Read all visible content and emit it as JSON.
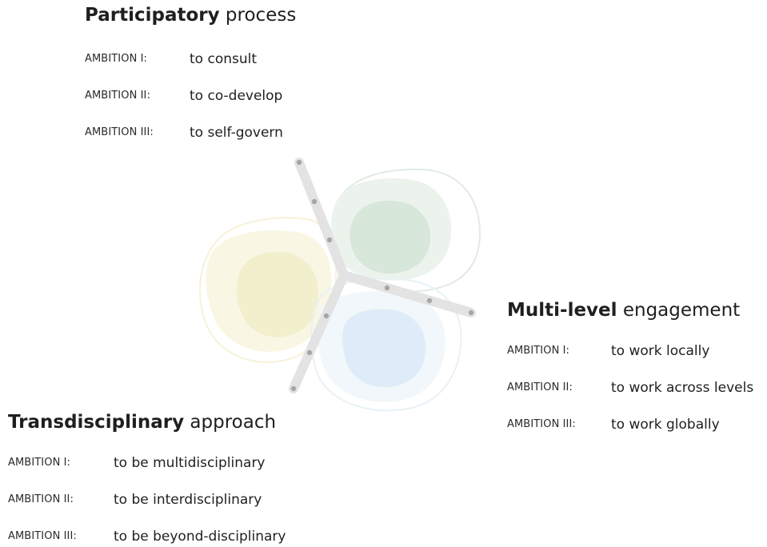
{
  "participatory": {
    "title_bold": "Participatory",
    "title_rest": " process",
    "rows": [
      {
        "label": "AMBITION I:",
        "text": "to consult"
      },
      {
        "label": "AMBITION II:",
        "text": "to co-develop"
      },
      {
        "label": "AMBITION III:",
        "text": "to self-govern"
      }
    ]
  },
  "multilevel": {
    "title_bold": "Multi-level",
    "title_rest": " engagement",
    "rows": [
      {
        "label": "AMBITION I:",
        "text": "to work locally"
      },
      {
        "label": "AMBITION II:",
        "text": "to work across levels"
      },
      {
        "label": "AMBITION III:",
        "text": "to work globally"
      }
    ]
  },
  "transdisciplinary": {
    "title_bold": "Transdisciplinary",
    "title_rest": " approach",
    "rows": [
      {
        "label": "AMBITION I:",
        "text": "to be multidisciplinary"
      },
      {
        "label": "AMBITION II:",
        "text": "to be interdisciplinary"
      },
      {
        "label": "AMBITION III:",
        "text": "to be beyond-disciplinary"
      }
    ]
  },
  "colors": {
    "yellow_blob": "#f3efcf",
    "green_blob": "#dbe8dd",
    "blue_blob": "#dfedf6",
    "axis": "#e3e3e3",
    "axis_dot": "#a7a7a7"
  }
}
